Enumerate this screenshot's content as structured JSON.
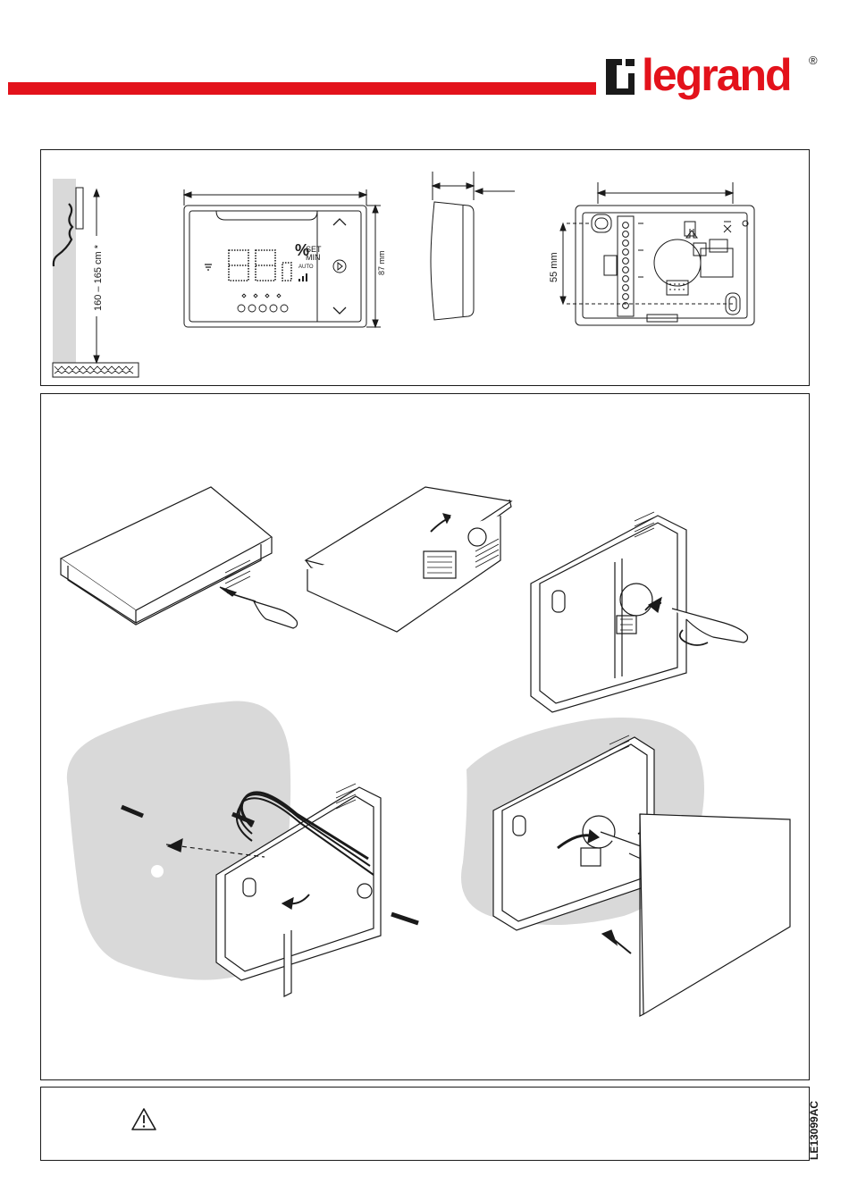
{
  "brand": {
    "name": "legrand",
    "registered_mark": "®",
    "accent_color": "#e3121b"
  },
  "dimensions": {
    "height_label": "87 mm",
    "hole_spacing_label": "55 mm",
    "mounting_height_label": "160 – 165 cm *"
  },
  "thermostat_display": {
    "set_label": "SET",
    "min_label": "MIN",
    "auto_label": "AUTO",
    "unit_symbol": "%"
  },
  "installation_steps": [
    "open-case-with-screwdriver",
    "lift-front-cover",
    "release-base-with-screwdriver",
    "fix-base-to-wall",
    "attach-front-cover"
  ],
  "warning": {
    "icon": "warning-triangle-icon"
  },
  "document_ref": "LE13099AC"
}
